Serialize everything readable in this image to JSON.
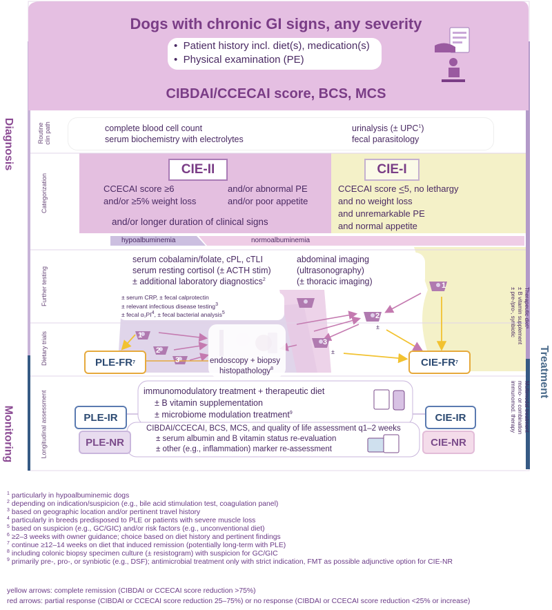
{
  "header": {
    "title": "Dogs with chronic GI signs, any severity",
    "bullets": [
      "Patient history incl. diet(s), medication(s)",
      "Physical examination (PE)"
    ],
    "score_line": "CIBDAI/CCECAI score, BCS, MCS"
  },
  "side": {
    "diagnosis": "Diagnosis",
    "monitoring": "Monitoring",
    "treatment": "Treatment",
    "therapeutic_diet": [
      "Therapeutic diet⁶",
      "± B vitamin supplement",
      "± pre-/pro-, synbiotic"
    ],
    "multimodal": [
      "Multimodal treatment",
      "mono- or combination",
      "immunomod. therapy"
    ]
  },
  "stages": {
    "routine": [
      "Routine",
      "clin path"
    ],
    "categorization": "Categorization",
    "further": "Further testing",
    "dietary": "Dietary trials",
    "longitudinal": "Longitudinal assessment"
  },
  "routine": {
    "left": [
      "complete blood cell count",
      "serum biochemistry with electrolytes"
    ],
    "right_1": "urinalysis (± UPC",
    "right_1_sup": "1",
    "right_1_end": ")",
    "right_2": "fecal parasitology"
  },
  "cie2": {
    "label": "CIE-II",
    "line1": "CCECAI score ≥6",
    "line2": "and/or ≥5% weight loss",
    "line3": "and/or abnormal PE",
    "line4": "and/or poor appetite",
    "line5": "and/or longer duration of clinical signs"
  },
  "cie1": {
    "label": "CIE-I",
    "line1_pre": "CCECAI score ",
    "line1_u": "<",
    "line1_post": "5, no lethargy",
    "line2": "and no weight loss",
    "line3": "and unremarkable PE",
    "line4": "and normal appetite"
  },
  "albumin": {
    "hypo": "hypoalbuminemia",
    "normo": "normoalbuminemia"
  },
  "further": {
    "lab1": "serum cobalamin/folate, cPL, cTLI",
    "lab2": "serum resting cortisol (± ACTH stim)",
    "lab3": "± additional laboratory diagnostics",
    "lab3_sup": "2",
    "img1": "abdominal imaging",
    "img2": "(ultrasonography)",
    "img3": "(± thoracic imaging)",
    "small1": "± serum CRP, ± fecal calprotectin",
    "small2": "± relevant infectious disease testing",
    "small2_sup": "3",
    "small3": "± fecal α₁PI",
    "small3_sup": "4",
    "small3_mid": ", ± fecal bacterial analysis",
    "small3_sup2": "5"
  },
  "dietary": {
    "ple_fr": "PLE-FR",
    "ple_fr_sup": "7",
    "cie_fr": "CIE-FR",
    "cie_fr_sup": "7",
    "endo1": "endoscopy + biopsy",
    "endo2": "histopathology",
    "endo2_sup": "8",
    "bowls": [
      "1",
      "2",
      "3"
    ],
    "pm": "±"
  },
  "longitudinal": {
    "treat1": "immunomodulatory treatment + therapeutic diet",
    "treat2": "± B vitamin supplementation",
    "treat3": "± microbiome modulation treatment",
    "treat3_sup": "9",
    "assess1": "CIBDAI/CCECAI, BCS, MCS, and quality of life assessment q1–2 weeks",
    "assess2": "± serum albumin and B vitamin status re-evaluation",
    "assess3": "± other (e.g., inflammation) marker re-assessment",
    "ple_ir": "PLE-IR",
    "ple_nr": "PLE-NR",
    "cie_ir": "CIE-IR",
    "cie_nr": "CIE-NR"
  },
  "footnotes": [
    {
      "n": "1",
      "text": "particularly in hypoalbuminemic dogs"
    },
    {
      "n": "2",
      "text": "depending on indication/suspicion (e.g., bile acid stimulation test, coagulation panel)"
    },
    {
      "n": "3",
      "text": "based on geographic location and/or pertinent travel history"
    },
    {
      "n": "4",
      "text": "particularly in breeds predisposed to PLE or patients with severe muscle loss"
    },
    {
      "n": "5",
      "text": "based on suspicion (e.g., GC/GIC) and/or risk factors (e.g., unconventional diet)"
    },
    {
      "n": "6",
      "text": "≥2–3 weeks with owner guidance; choice based on diet history and pertinent findings"
    },
    {
      "n": "7",
      "text": "continue ≥12–14 weeks on diet that induced remission (potentially long-term with PLE)"
    },
    {
      "n": "8",
      "text": "including colonic biopsy specimen culture (± resistogram) with suspicion for GC/GIC"
    },
    {
      "n": "9",
      "text": "primarily pre-, pro-, or synbiotic (e.g., DSF); antimicrobial treatment only with strict indication, FMT as possible adjunctive option for CIE-NR"
    }
  ],
  "legend": {
    "yellow": "yellow arrows: complete remission (CIBDAI or CCECAI score reduction >75%)",
    "red": "red arrows: partial response (CIBDAI or CCECAI score reduction 25–75%) or no response (CIBDAI or CCECAI score reduction <25% or increase)"
  },
  "colors": {
    "purple": "#dcb6dc",
    "lilac": "#c9b6dc",
    "yellow": "#f3f0c4",
    "orange": "#e6a93c",
    "arrow_yellow": "#f2c230",
    "arrow_red": "#c47ab0",
    "title": "#7a3d86"
  }
}
